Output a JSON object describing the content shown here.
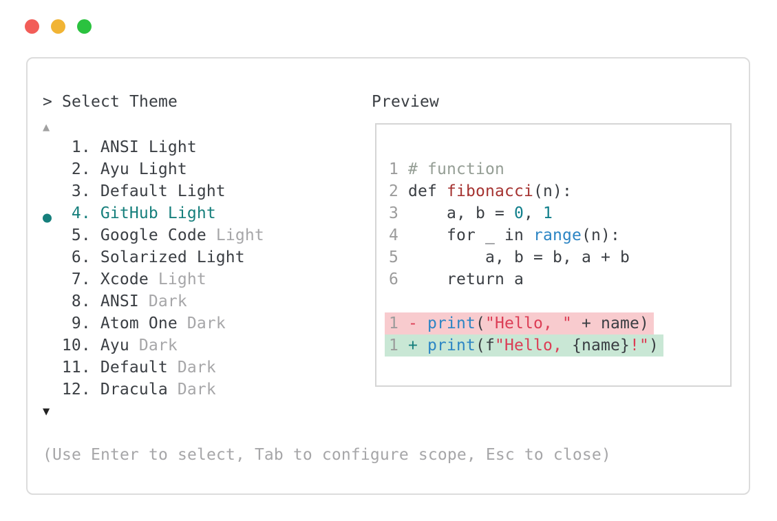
{
  "palette": {
    "text_dark": "#3a3e43",
    "text_gray": "#a6a6a8",
    "linenum_gray": "#9b9b9b",
    "accent_teal": "#167f7c",
    "comment_gray": "#959e95",
    "func_red": "#a53331",
    "number_teal": "#0f7e8a",
    "builtin_blue": "#2c85c4",
    "string_red": "#dc3d55",
    "diff_removed_bg": "#f8cbce",
    "diff_added_bg": "#c9e7d5",
    "border_gray": "#dcdcdc",
    "scroll_up_gray": "#a0a0a0",
    "scroll_down_dark": "#222222"
  },
  "window": {
    "traffic_lights": [
      {
        "name": "close",
        "color": "#f25d58"
      },
      {
        "name": "minimize",
        "color": "#f1b434"
      },
      {
        "name": "maximize",
        "color": "#2bc23f"
      }
    ]
  },
  "picker": {
    "prompt_caret": ">",
    "title": "Select Theme",
    "scroll_up_icon": "▲",
    "scroll_down_icon": "▼",
    "items": [
      {
        "number": "1",
        "name": "ANSI Light",
        "dim": "",
        "selected": false
      },
      {
        "number": "2",
        "name": "Ayu Light",
        "dim": "",
        "selected": false
      },
      {
        "number": "3",
        "name": "Default Light",
        "dim": "",
        "selected": false
      },
      {
        "number": "4",
        "name": "GitHub Light",
        "dim": "",
        "selected": true
      },
      {
        "number": "5",
        "name": "Google Code",
        "dim": "Light",
        "selected": false
      },
      {
        "number": "6",
        "name": "Solarized Light",
        "dim": "",
        "selected": false
      },
      {
        "number": "7",
        "name": "Xcode",
        "dim": "Light",
        "selected": false
      },
      {
        "number": "8",
        "name": "ANSI",
        "dim": "Dark",
        "selected": false
      },
      {
        "number": "9",
        "name": "Atom One",
        "dim": "Dark",
        "selected": false
      },
      {
        "number": "10",
        "name": "Ayu",
        "dim": "Dark",
        "selected": false
      },
      {
        "number": "11",
        "name": "Default",
        "dim": "Dark",
        "selected": false
      },
      {
        "number": "12",
        "name": "Dracula",
        "dim": "Dark",
        "selected": false
      }
    ],
    "footer_hint": "(Use Enter to select, Tab to configure scope, Esc to close)"
  },
  "preview": {
    "label": "Preview",
    "code_lines": [
      {
        "num": "1",
        "tokens": [
          {
            "t": "# function",
            "c": "comment"
          }
        ]
      },
      {
        "num": "2",
        "tokens": [
          {
            "t": "def ",
            "c": "code"
          },
          {
            "t": "fibonacci",
            "c": "func"
          },
          {
            "t": "(n):",
            "c": "code"
          }
        ]
      },
      {
        "num": "3",
        "tokens": [
          {
            "t": "    a, b = ",
            "c": "code"
          },
          {
            "t": "0",
            "c": "number"
          },
          {
            "t": ", ",
            "c": "code"
          },
          {
            "t": "1",
            "c": "number"
          }
        ]
      },
      {
        "num": "4",
        "tokens": [
          {
            "t": "    for _ in ",
            "c": "code"
          },
          {
            "t": "range",
            "c": "builtin"
          },
          {
            "t": "(n):",
            "c": "code"
          }
        ]
      },
      {
        "num": "5",
        "tokens": [
          {
            "t": "        a, b = b, a + b",
            "c": "code"
          }
        ]
      },
      {
        "num": "6",
        "tokens": [
          {
            "t": "    return a",
            "c": "code"
          }
        ]
      }
    ],
    "diff_lines": [
      {
        "num": "1",
        "sign": "-",
        "kind": "removed",
        "tokens": [
          {
            "t": "print",
            "c": "builtin"
          },
          {
            "t": "(",
            "c": "code"
          },
          {
            "t": "\"Hello, \"",
            "c": "string"
          },
          {
            "t": " + name)",
            "c": "code"
          }
        ]
      },
      {
        "num": "1",
        "sign": "+",
        "kind": "added",
        "tokens": [
          {
            "t": "print",
            "c": "builtin"
          },
          {
            "t": "(f",
            "c": "code"
          },
          {
            "t": "\"Hello, ",
            "c": "string"
          },
          {
            "t": "{name}",
            "c": "code"
          },
          {
            "t": "!\"",
            "c": "string"
          },
          {
            "t": ")",
            "c": "code"
          }
        ]
      }
    ]
  }
}
